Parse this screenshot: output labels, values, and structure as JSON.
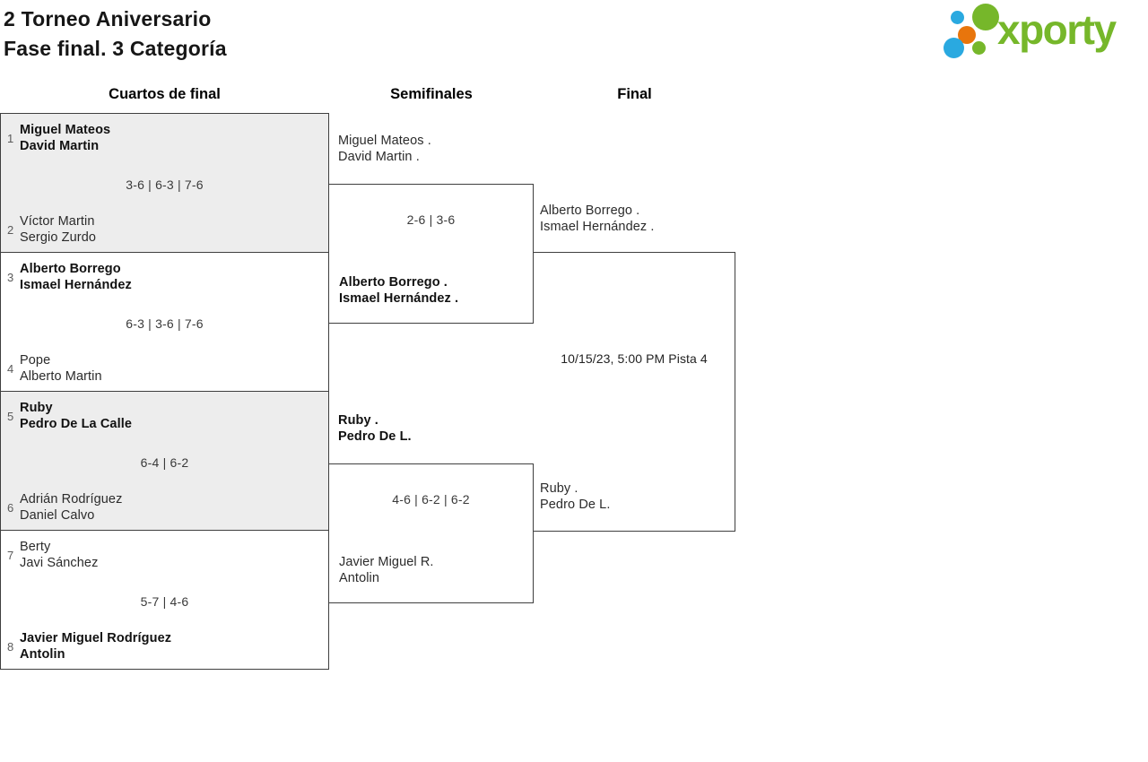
{
  "header": {
    "title_line1": "2 Torneo Aniversario",
    "title_line2": "Fase final. 3 Categoría"
  },
  "logo": {
    "text": "xporty",
    "green": "#76b72a",
    "orange": "#e8750c",
    "blue": "#2aa9e0"
  },
  "rounds": {
    "quarterfinals": "Cuartos de final",
    "semifinals": "Semifinales",
    "final": "Final"
  },
  "bracket": {
    "quarterfinals": [
      {
        "seed_top": "1",
        "top": {
          "line1": "Miguel Mateos",
          "line2": "David Martin",
          "winner": true
        },
        "score": "3-6 | 6-3 | 7-6",
        "seed_bottom": "2",
        "bottom": {
          "line1": "Víctor Martin",
          "line2": "Sergio Zurdo",
          "winner": false
        }
      },
      {
        "seed_top": "3",
        "top": {
          "line1": "Alberto Borrego",
          "line2": "Ismael Hernández",
          "winner": true
        },
        "score": "6-3 | 3-6 | 7-6",
        "seed_bottom": "4",
        "bottom": {
          "line1": "Pope",
          "line2": "Alberto Martin",
          "winner": false
        }
      },
      {
        "seed_top": "5",
        "top": {
          "line1": "Ruby",
          "line2": "Pedro De La Calle",
          "winner": true
        },
        "score": "6-4 | 6-2",
        "seed_bottom": "6",
        "bottom": {
          "line1": "Adrián Rodríguez",
          "line2": "Daniel Calvo",
          "winner": false
        }
      },
      {
        "seed_top": "7",
        "top": {
          "line1": "Berty",
          "line2": "Javi Sánchez",
          "winner": false
        },
        "score": "5-7 | 4-6",
        "seed_bottom": "8",
        "bottom": {
          "line1": "Javier Miguel Rodríguez",
          "line2": "Antolin",
          "winner": true
        }
      }
    ],
    "semifinals": [
      {
        "top": {
          "line1": "Miguel Mateos .",
          "line2": "David Martin .",
          "winner": false
        },
        "score": "2-6 | 3-6",
        "bottom": {
          "line1": "Alberto Borrego .",
          "line2": "Ismael Hernández .",
          "winner": true
        }
      },
      {
        "top": {
          "line1": "Ruby .",
          "line2": "Pedro De L.",
          "winner": true
        },
        "score": "4-6 | 6-2 | 6-2",
        "bottom": {
          "line1": "Javier Miguel R.",
          "line2": "Antolin",
          "winner": false
        }
      }
    ],
    "final": {
      "top": {
        "line1": "Alberto Borrego .",
        "line2": "Ismael Hernández ."
      },
      "schedule": "10/15/23, 5:00 PM Pista 4",
      "bottom": {
        "line1": "Ruby .",
        "line2": "Pedro De L."
      }
    }
  }
}
